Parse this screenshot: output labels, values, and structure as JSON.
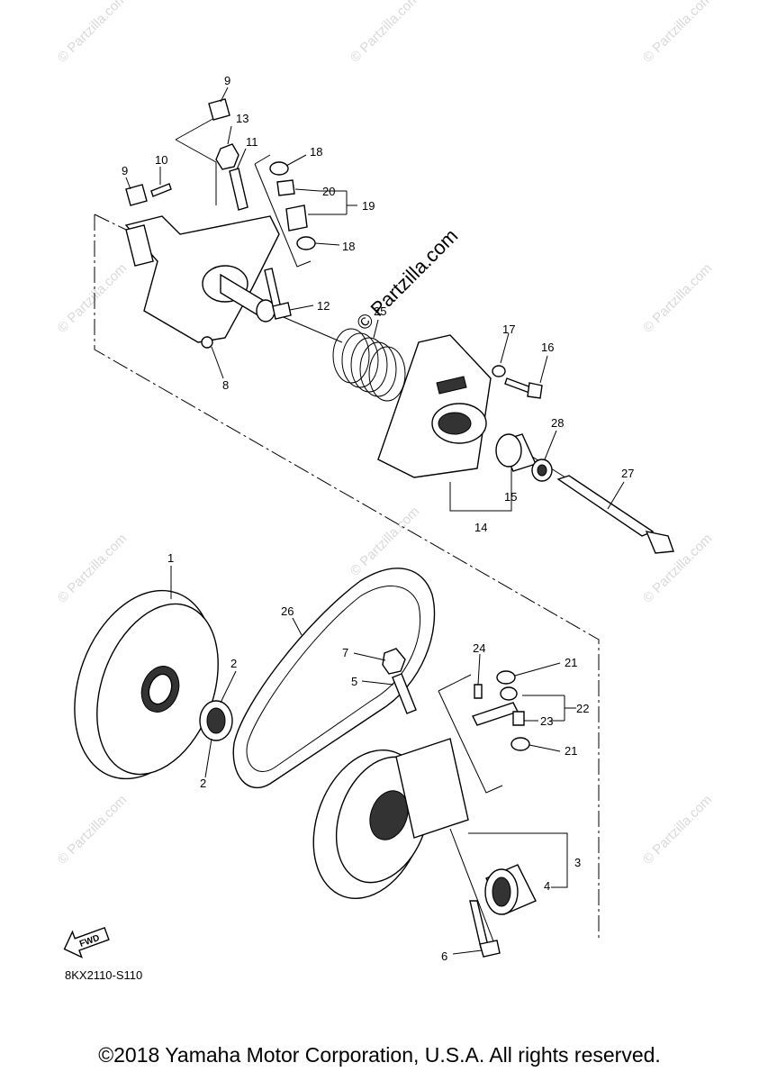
{
  "watermark": {
    "main": "© Partzilla.com",
    "faint": "© Partzilla.com"
  },
  "diagram_code": "8KX2110-S110",
  "fwd_label": "FWD",
  "copyright": "©2018 Yamaha Motor Corporation, U.S.A. All rights reserved.",
  "callouts": [
    "1",
    "2",
    "2",
    "3",
    "4",
    "5",
    "6",
    "7",
    "8",
    "9",
    "9",
    "10",
    "11",
    "12",
    "13",
    "14",
    "15",
    "16",
    "17",
    "18",
    "18",
    "19",
    "20",
    "21",
    "21",
    "22",
    "23",
    "24",
    "25",
    "26",
    "27",
    "28"
  ]
}
